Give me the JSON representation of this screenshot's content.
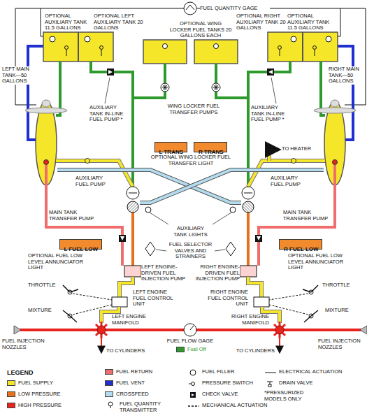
{
  "diagram": {
    "nodes": [
      {
        "text": [
          "L TRANS"
        ]
      },
      {
        "text": [
          "R TRANS"
        ]
      },
      {
        "text": [
          "L FUEL LOW"
        ]
      },
      {
        "text": [
          "R FUEL LOW"
        ]
      }
    ],
    "labels": [
      "FUEL QUANTITY GAGE",
      "OPTIONAL AUXILIARY TANK 11.5 GALLONS",
      "OPTIONAL LEFT AUXILIARY TANK 20 GALLONS",
      "OPTIONAL WING LOCKER FUEL TANKS 20 GALLONS EACH",
      "OPTIONAL RIGHT AUXILIARY TANK 20 GALLONS",
      "OPTIONAL AUXILIARY TANK 11.5 GALLONS",
      "LEFT MAIN TANK—50 GALLONS",
      "RIGHT MAIN TANK—50 GALLONS",
      "WING LOCKER FUEL TRANSFER PUMPS",
      "AUXILIARY TANK IN-LINE FUEL PUMP *",
      "AUXILIARY TANK IN-LINE FUEL PUMP *",
      "OPTIONAL WING LOCKER FUEL TRANSFER LIGHT",
      "TO HEATER",
      "AUXILIARY FUEL PUMP",
      "AUXILIARY FUEL PUMP",
      "MAIN TANK TRANSFER PUMP",
      "MAIN TANK TRANSFER PUMP",
      "AUXILIARY TANK LIGHTS",
      "FUEL SELECTOR VALVES AND STRAINERS",
      "OPTIONAL FUEL LOW LEVEL ANNUNCIATOR LIGHT",
      "OPTIONAL FUEL LOW LEVEL ANNUNCIATOR LIGHT",
      "LEFT ENGINE-DRIVEN FUEL INJECTION PUMP",
      "RIGHT ENGINE-DRIVEN FUEL INJECTION PUMP",
      "THROTTLE",
      "THROTTLE",
      "MIXTURE",
      "MIXTURE",
      "LEFT ENGINE FUEL CONTROL UNIT",
      "RIGHT ENGINE FUEL CONTROL UNIT",
      "LEFT ENGINE MANIFOLD",
      "RIGHT ENGINE MANIFOLD",
      "FUEL INJECTION NOZZLES",
      "FUEL INJECTION NOZZLES",
      "TO CYLINDERS",
      "TO CYLINDERS",
      "FUEL FLOW GAGE",
      "LEGEND",
      "*PRESSURIZED MODELS ONLY"
    ],
    "legend": [
      {
        "text": "FUEL SUPPLY",
        "color": "#f5e62a"
      },
      {
        "text": "LOW PRESSURE",
        "color": "#e8701a"
      },
      {
        "text": "HIGH PRESSURE",
        "color": "#e8231e"
      },
      {
        "text": "FUEL RETURN",
        "color": "#ef6d6d"
      },
      {
        "text": "FUEL VENT",
        "color": "#1f2fd0"
      },
      {
        "text": "CROSSFEED",
        "color": "#b4dcee"
      },
      {
        "text": "FUEL QUANTITY TRANSMITTER"
      },
      {
        "text": "FUEL FILLER"
      },
      {
        "text": "PRESSURE SWITCH"
      },
      {
        "text": "CHECK VALVE"
      },
      {
        "text": "MECHANICAL ACTUATION"
      },
      {
        "text": "ELECTRICAL ACTUATION"
      },
      {
        "text": "DRAIN VALVE"
      },
      {
        "text": "Fuel Off",
        "color": "#2e9a2e"
      }
    ]
  }
}
